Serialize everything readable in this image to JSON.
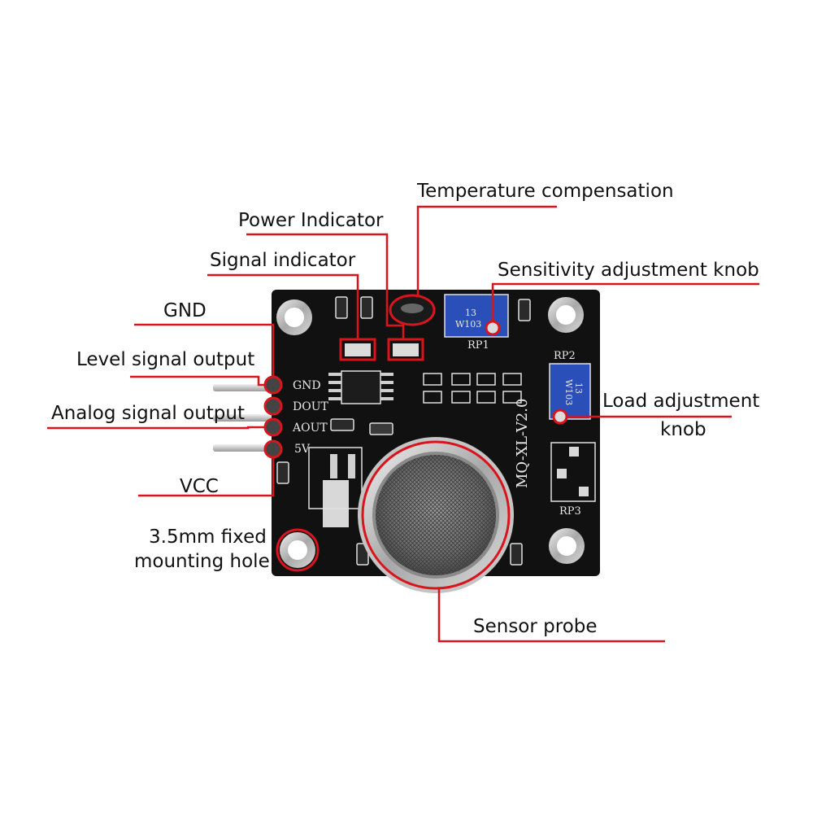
{
  "callouts": {
    "temperature_compensation": "Temperature compensation",
    "power_indicator": "Power Indicator",
    "signal_indicator": "Signal indicator",
    "sensitivity_knob": "Sensitivity adjustment knob",
    "gnd": "GND",
    "level_output": "Level signal output",
    "analog_output": "Analog signal output",
    "vcc": "VCC",
    "load_knob_line1": "Load adjustment",
    "load_knob_line2": "knob",
    "mount_hole_line1": "3.5mm fixed",
    "mount_hole_line2": "mounting hole",
    "sensor_probe": "Sensor probe"
  },
  "board": {
    "model": "MQ-XL-V2.0",
    "pins": [
      "GND",
      "DOUT",
      "AOUT",
      "5V"
    ],
    "rp1": "RP1",
    "rp2": "RP2",
    "rp3": "RP3",
    "pot_code_line1": "13",
    "pot_code_line2": "W103"
  },
  "colors": {
    "callout_line": "#d9141c",
    "board": "#111111",
    "pot_blue": "#2a4fb8",
    "text": "#111111"
  }
}
